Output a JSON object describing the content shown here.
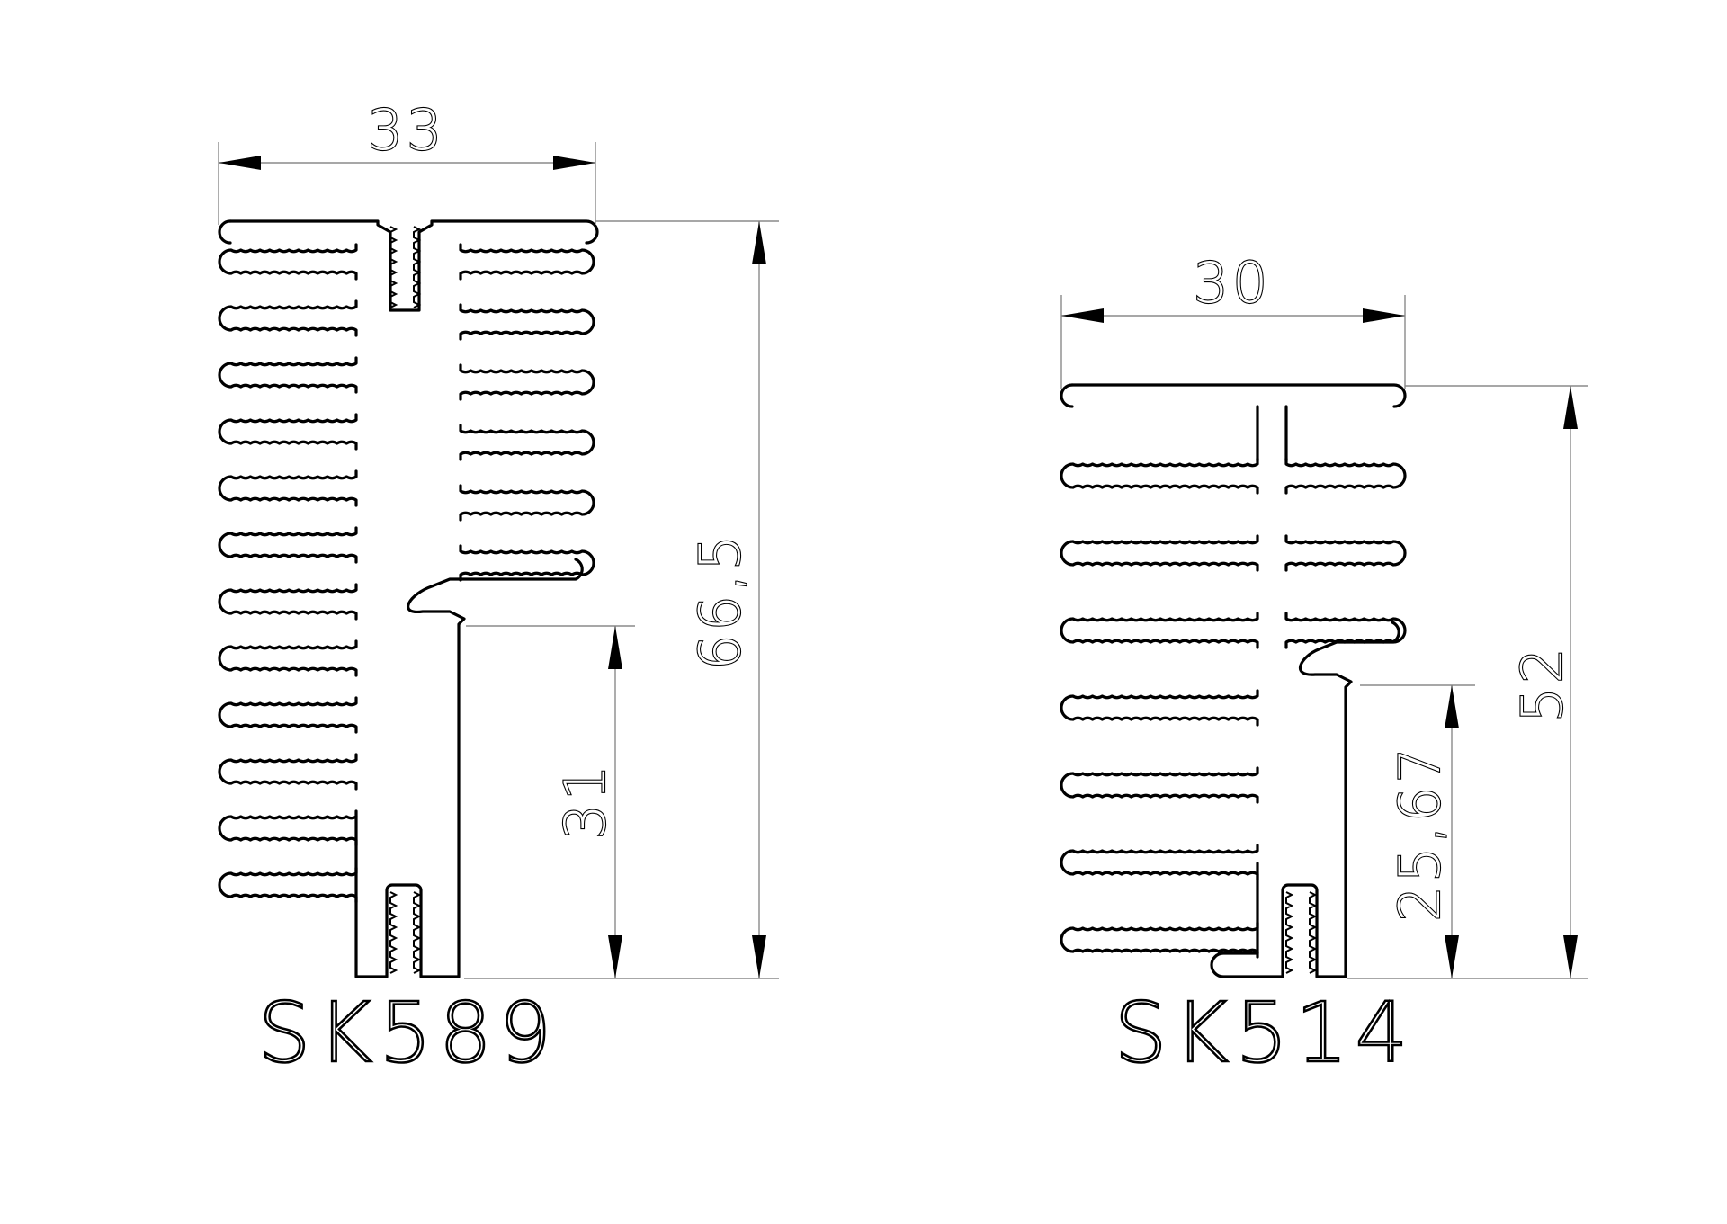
{
  "drawings": [
    {
      "name": "SK589",
      "dimensions": {
        "width": "33",
        "height": "66,5",
        "lower": "31"
      }
    },
    {
      "name": "SK514",
      "dimensions": {
        "width": "30",
        "height": "52",
        "lower": "25,67"
      }
    }
  ],
  "colors": {
    "outline": "#000000",
    "dimension_line": "#8a8a8a",
    "background": "#ffffff"
  }
}
